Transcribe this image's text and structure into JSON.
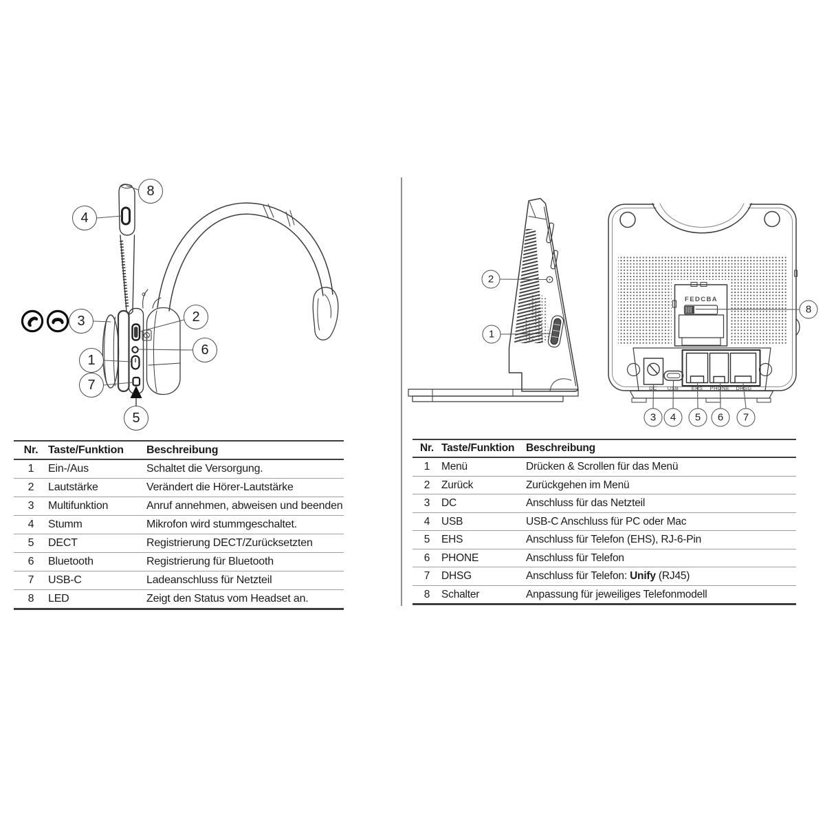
{
  "colors": {
    "line": "#3a3a3a",
    "dark": "#1c1c1c",
    "leader": "#555555",
    "table_border": "#3c3c3c",
    "row_line": "#9e9e9e",
    "divider": "#8f8f8f"
  },
  "headset_panel": {
    "callouts": [
      "8",
      "4",
      "3",
      "2",
      "6",
      "1",
      "7",
      "5"
    ],
    "icons": [
      {
        "name": "answer-call-icon"
      },
      {
        "name": "end-call-icon"
      }
    ]
  },
  "base_panel": {
    "side_callouts": [
      "2",
      "1"
    ],
    "back_callouts": [
      "8",
      "3",
      "4",
      "5",
      "6",
      "7"
    ],
    "switch_label": "FEDCBA",
    "port_labels": [
      "DC",
      "USB",
      "EHS",
      "PHONE",
      "DHSG"
    ]
  },
  "left_table": {
    "headers": [
      "Nr.",
      "Taste/Funktion",
      "Beschreibung"
    ],
    "rows": [
      {
        "nr": "1",
        "taste": "Ein-/Aus",
        "desc": "Schaltet die Versorgung."
      },
      {
        "nr": "2",
        "taste": "Lautstärke",
        "desc": "Verändert die Hörer-Lautstärke"
      },
      {
        "nr": "3",
        "taste": "Multifunktion",
        "desc": "Anruf annehmen, abweisen und beenden"
      },
      {
        "nr": "4",
        "taste": "Stumm",
        "desc": "Mikrofon wird stummgeschaltet."
      },
      {
        "nr": "5",
        "taste": "DECT",
        "desc": "Registrierung DECT/Zurücksetzten"
      },
      {
        "nr": "6",
        "taste": "Bluetooth",
        "desc": "Registrierung für Bluetooth"
      },
      {
        "nr": "7",
        "taste": "USB-C",
        "desc": "Ladeanschluss für Netzteil"
      },
      {
        "nr": "8",
        "taste": "LED",
        "desc": "Zeigt den Status vom Headset an."
      }
    ]
  },
  "right_table": {
    "headers": [
      "Nr.",
      "Taste/Funktion",
      "Beschreibung"
    ],
    "rows": [
      {
        "nr": "1",
        "taste": "Menü",
        "desc": "Drücken & Scrollen für das Menü"
      },
      {
        "nr": "2",
        "taste": "Zurück",
        "desc": "Zurückgehen im Menü"
      },
      {
        "nr": "3",
        "taste": "DC",
        "desc": "Anschluss für das Netzteil"
      },
      {
        "nr": "4",
        "taste": "USB",
        "desc": "USB-C Anschluss für PC oder Mac"
      },
      {
        "nr": "5",
        "taste": "EHS",
        "desc": "Anschluss für Telefon (EHS), RJ-6-Pin"
      },
      {
        "nr": "6",
        "taste": "PHONE",
        "desc": "Anschluss für Telefon"
      },
      {
        "nr": "7",
        "taste": "DHSG",
        "desc": "Anschluss für Telefon: ",
        "desc_bold": "Unify",
        "desc_after": " (RJ45)"
      },
      {
        "nr": "8",
        "taste": "Schalter",
        "desc": "Anpassung für jeweiliges Telefonmodell"
      }
    ]
  }
}
